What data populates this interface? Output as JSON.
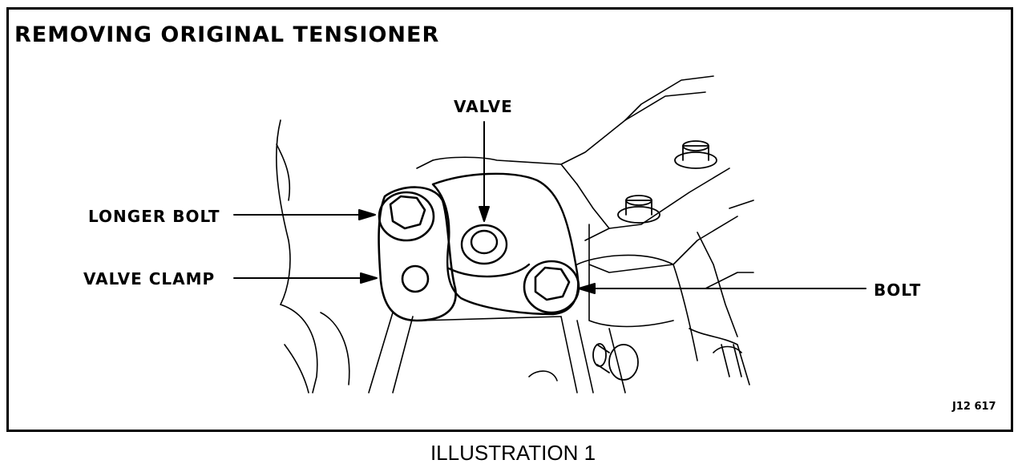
{
  "diagram": {
    "title": "REMOVING ORIGINAL TENSIONER",
    "labels": {
      "valve": "VALVE",
      "longer_bolt": "LONGER BOLT",
      "valve_clamp": "VALVE CLAMP",
      "bolt": "BOLT"
    },
    "figure_code": "J12 617",
    "caption": "ILLUSTRATION 1"
  }
}
